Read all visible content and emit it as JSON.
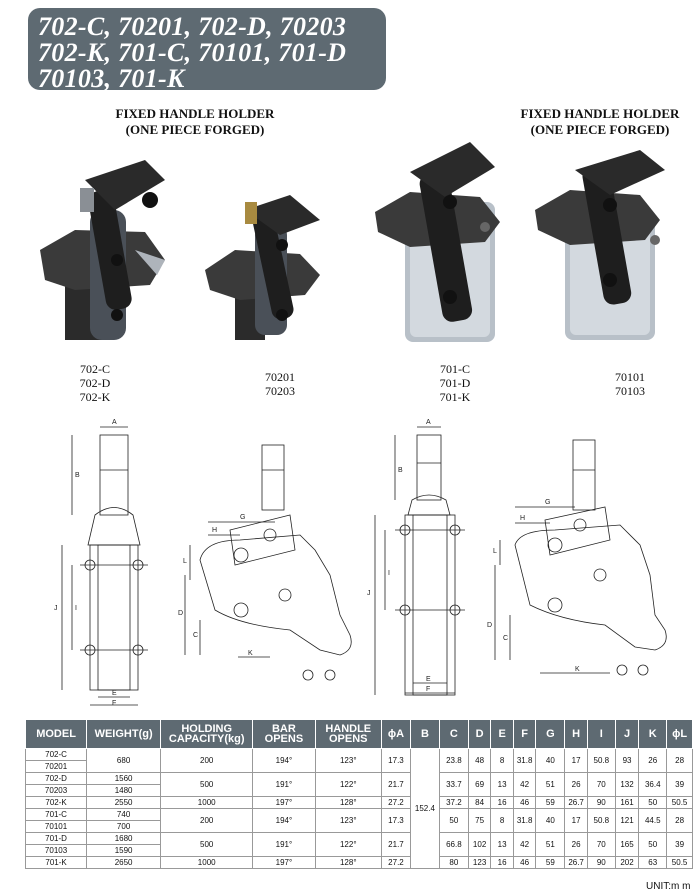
{
  "title": {
    "line1": "702-C, 70201, 702-D, 70203",
    "line2": "702-K, 701-C, 70101, 701-D",
    "line3": "70103, 701-K"
  },
  "captions": {
    "left": "FIXED HANDLE HOLDER\n(ONE PIECE FORGED)",
    "right": "FIXED HANDLE HOLDER\n(ONE PIECE FORGED)"
  },
  "product_labels": {
    "p1": [
      "702-C",
      "702-D",
      "702-K"
    ],
    "p2": [
      "70201",
      "70203"
    ],
    "p3": [
      "701-C",
      "701-D",
      "701-K"
    ],
    "p4": [
      "70101",
      "70103"
    ]
  },
  "dimension_letters": [
    "A",
    "B",
    "C",
    "D",
    "E",
    "F",
    "G",
    "H",
    "I",
    "J",
    "K",
    "L"
  ],
  "table": {
    "headers": [
      "MODEL",
      "WEIGHT(g)",
      "HOLDING CAPACITY(kg)",
      "BAR OPENS",
      "HANDLE OPENS",
      "ϕA",
      "B",
      "C",
      "D",
      "E",
      "F",
      "G",
      "H",
      "I",
      "J",
      "K",
      "ϕL"
    ],
    "b_value": "152.4",
    "rows": [
      {
        "models": [
          "702-C",
          "70201"
        ],
        "weights": [
          "680"
        ],
        "cap": "200",
        "bar": "194°",
        "handle": "123°",
        "A": "17.3",
        "C": "23.8",
        "D": "48",
        "E": "8",
        "F": "31.8",
        "G": "40",
        "H": "17",
        "I": "50.8",
        "J": "93",
        "K": "26",
        "L": "28"
      },
      {
        "models": [
          "702-D",
          "70203"
        ],
        "weights": [
          "1560",
          "1480"
        ],
        "cap": "500",
        "bar": "191°",
        "handle": "122°",
        "A": "21.7",
        "C": "33.7",
        "D": "69",
        "E": "13",
        "F": "42",
        "G": "51",
        "H": "26",
        "I": "70",
        "J": "132",
        "K": "36.4",
        "L": "39"
      },
      {
        "models": [
          "702-K"
        ],
        "weights": [
          "2550"
        ],
        "cap": "1000",
        "bar": "197°",
        "handle": "128°",
        "A": "27.2",
        "C": "37.2",
        "D": "84",
        "E": "16",
        "F": "46",
        "G": "59",
        "H": "26.7",
        "I": "90",
        "J": "161",
        "K": "50",
        "L": "50.5"
      },
      {
        "models": [
          "701-C",
          "70101"
        ],
        "weights": [
          "740",
          "700"
        ],
        "cap": "200",
        "bar": "194°",
        "handle": "123°",
        "A": "17.3",
        "C": "50",
        "D": "75",
        "E": "8",
        "F": "31.8",
        "G": "40",
        "H": "17",
        "I": "50.8",
        "J": "121",
        "K": "44.5",
        "L": "28"
      },
      {
        "models": [
          "701-D",
          "70103"
        ],
        "weights": [
          "1680",
          "1590"
        ],
        "cap": "500",
        "bar": "191°",
        "handle": "122°",
        "A": "21.7",
        "C": "66.8",
        "D": "102",
        "E": "13",
        "F": "42",
        "G": "51",
        "H": "26",
        "I": "70",
        "J": "165",
        "K": "50",
        "L": "39"
      },
      {
        "models": [
          "701-K"
        ],
        "weights": [
          "2650"
        ],
        "cap": "1000",
        "bar": "197°",
        "handle": "128°",
        "A": "27.2",
        "C": "80",
        "D": "123",
        "E": "16",
        "F": "46",
        "G": "59",
        "H": "26.7",
        "I": "90",
        "J": "202",
        "K": "63",
        "L": "50.5"
      }
    ]
  },
  "unit": "UNIT:m m"
}
